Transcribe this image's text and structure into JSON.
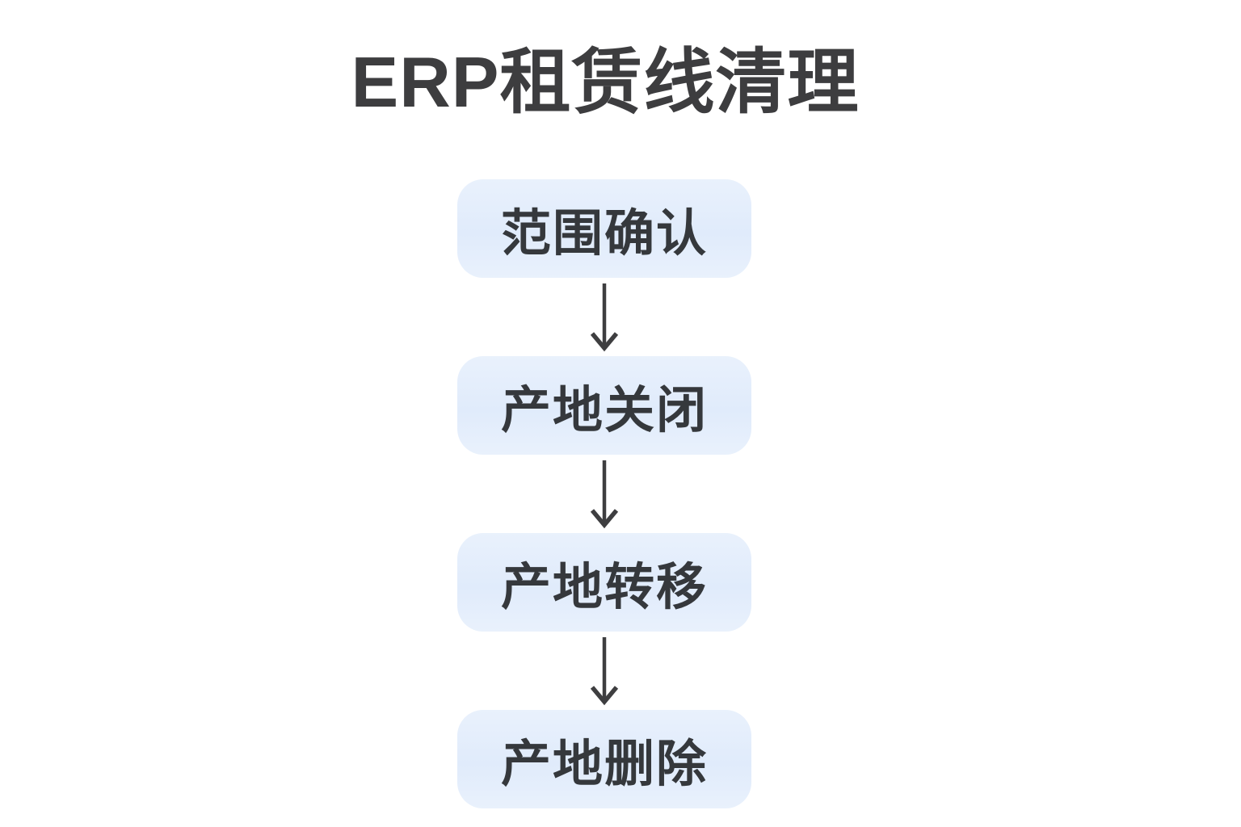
{
  "title": "ERP租赁线清理",
  "colors": {
    "background": "#ffffff",
    "box_fill": "#e0ebfb",
    "box_fill_top": "#e9f1fc",
    "text": "#35383c",
    "title": "#3d3d3f",
    "arrow": "#3e3e40"
  },
  "flow": {
    "steps": [
      {
        "label": "范围确认"
      },
      {
        "label": "产地关闭"
      },
      {
        "label": "产地转移"
      },
      {
        "label": "产地删除"
      }
    ]
  }
}
